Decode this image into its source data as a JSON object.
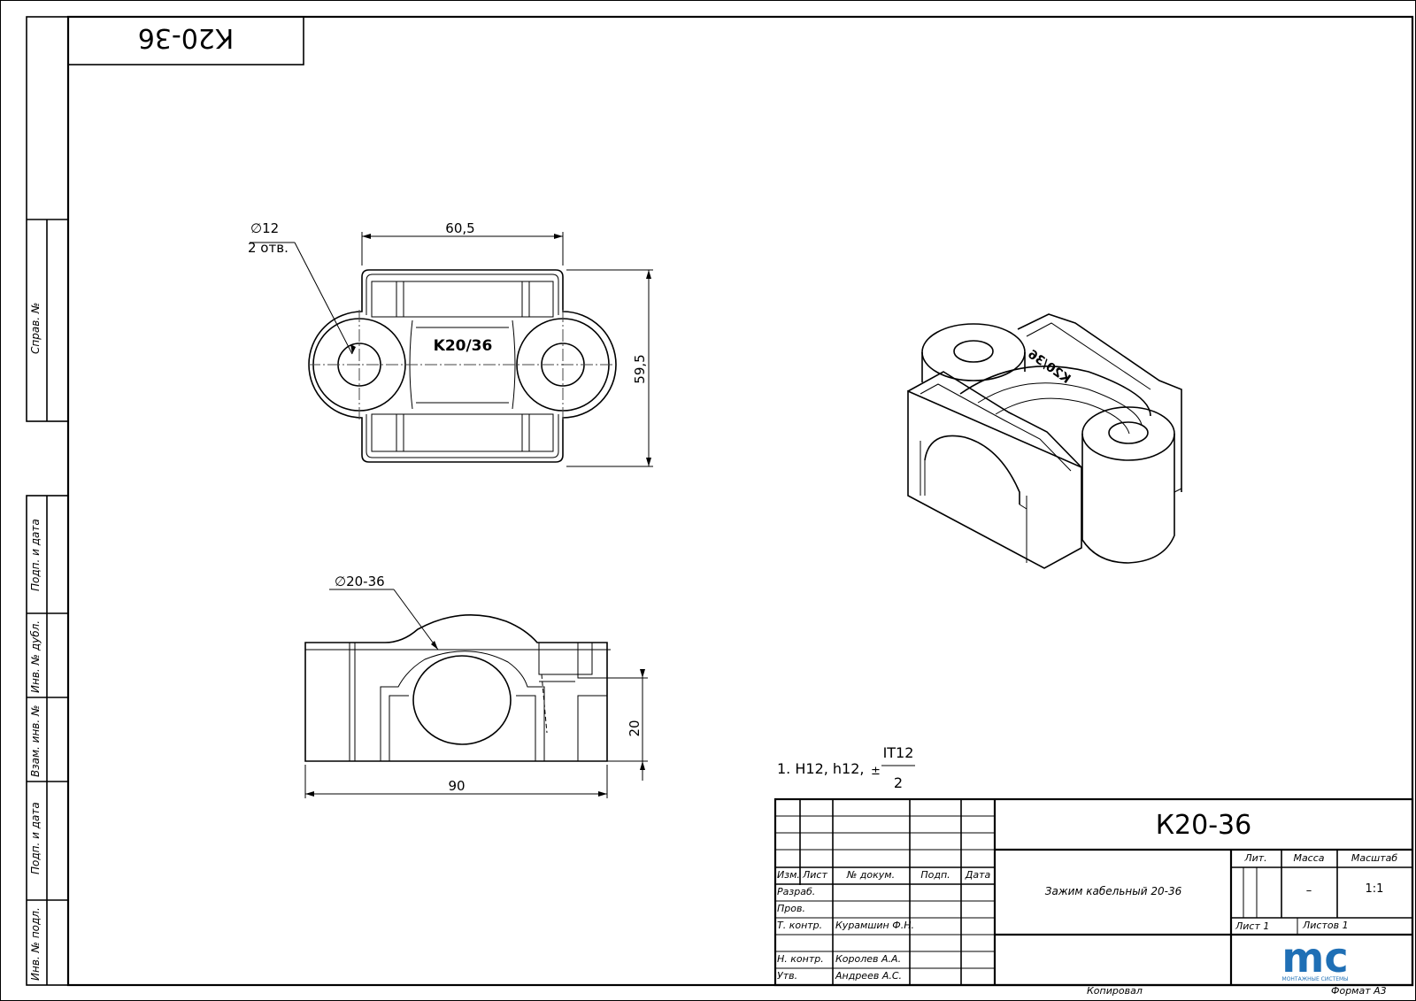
{
  "corner_stamp": "К20-36",
  "side_strip": {
    "sprav_no": "Справ. №",
    "podp_data_1": "Подп. и дата",
    "inv_dubl": "Инв. № дубл.",
    "vzam_inv": "Взам. инв. №",
    "podp_data_2": "Подп. и дата",
    "inv_podl": "Инв. № подл."
  },
  "top_view": {
    "hole_dia": "∅12",
    "hole_count": "2 отв.",
    "width_dim": "60,5",
    "height_dim": "59,5",
    "marking": "K20/36"
  },
  "front_view": {
    "cable_dia": "∅20-36",
    "length_dim": "90",
    "height_dim": "20"
  },
  "iso_view": {
    "marking": "K20/36"
  },
  "note": {
    "prefix": "1. H12, h12,",
    "pm": "±",
    "numerator": "IT12",
    "denominator": "2"
  },
  "title_block": {
    "designation": "К20-36",
    "name": "Зажим кабельный 20-36",
    "headers": {
      "izm": "Изм.",
      "list": "Лист",
      "docum": "№ докум.",
      "podp": "Подп.",
      "data": "Дата"
    },
    "roles": {
      "razrab": "Разраб.",
      "prov": "Пров.",
      "t_kontr": "Т. контр.",
      "n_kontr": "Н. контр.",
      "utv": "Утв."
    },
    "persons": {
      "t_kontr": "Курамшин Ф.Н.",
      "n_kontr": "Королев А.А.",
      "utv": "Андреев А.С."
    },
    "lit_label": "Лит.",
    "mass_label": "Масса",
    "scale_label": "Масштаб",
    "mass_value": "–",
    "scale_value": "1:1",
    "sheet": "Лист 1",
    "sheets": "Листов 1",
    "logo_text": "mc",
    "logo_caption": "МОНТАЖНЫЕ СИСТЕМЫ",
    "logo_color": "#1f6fb5"
  },
  "footer": {
    "kopiroval": "Копировал",
    "format": "Формат А3"
  }
}
